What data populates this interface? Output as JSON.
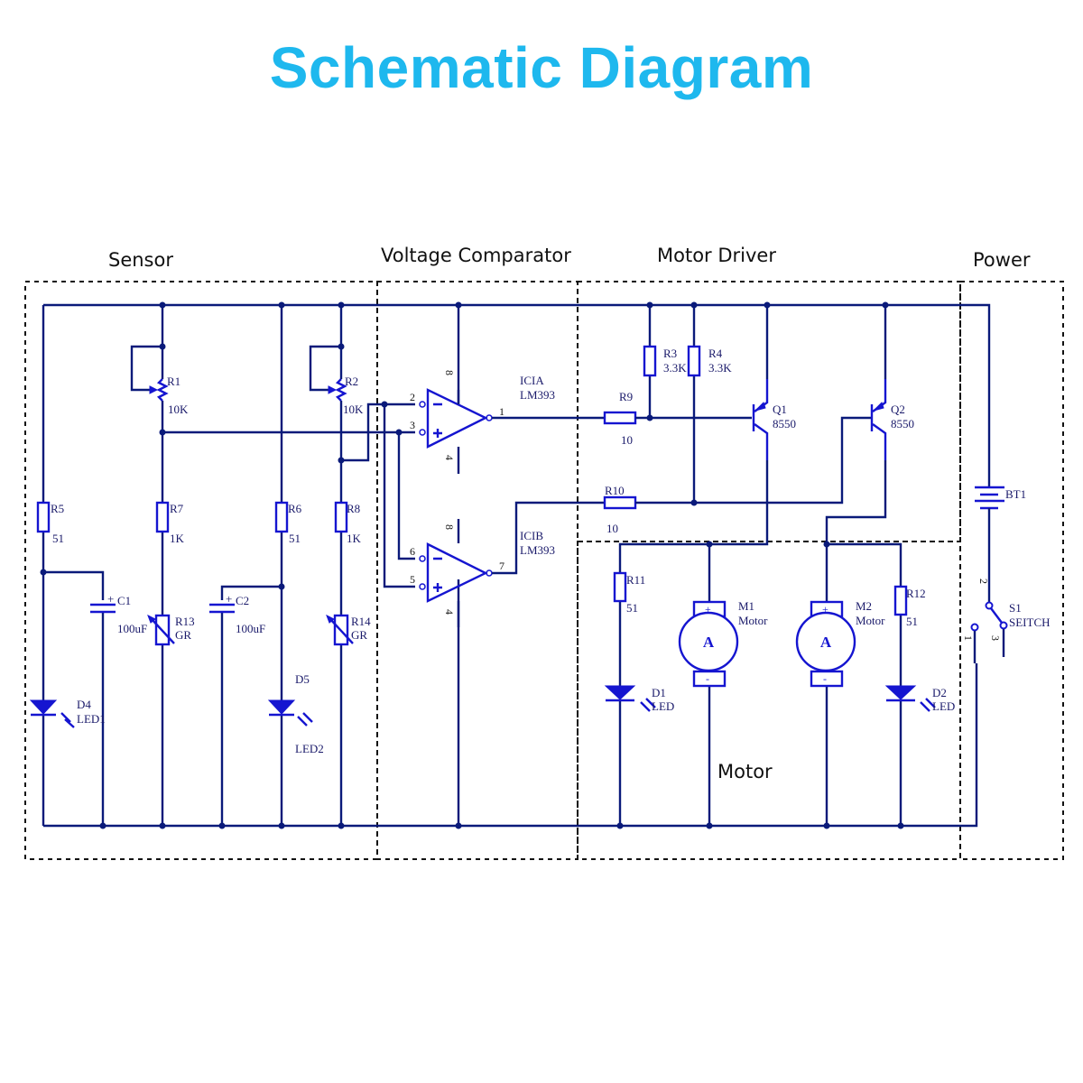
{
  "title": "Schematic Diagram",
  "colors": {
    "title": "#1EB8EE",
    "wire": "#0a1a7a",
    "component": "#1515d0"
  },
  "sections": {
    "sensor": "Sensor",
    "comparator": "Voltage Comparator",
    "driver": "Motor Driver",
    "power": "Power",
    "motor": "Motor"
  },
  "components": {
    "R1": {
      "ref": "R1",
      "value": "10K"
    },
    "R2": {
      "ref": "R2",
      "value": "10K"
    },
    "R3": {
      "ref": "R3",
      "value": "3.3K"
    },
    "R4": {
      "ref": "R4",
      "value": "3.3K"
    },
    "R5": {
      "ref": "R5",
      "value": "51"
    },
    "R6": {
      "ref": "R6",
      "value": "51"
    },
    "R7": {
      "ref": "R7",
      "value": "1K"
    },
    "R8": {
      "ref": "R8",
      "value": "1K"
    },
    "R9": {
      "ref": "R9",
      "value": "10"
    },
    "R10": {
      "ref": "R10",
      "value": "10"
    },
    "R11": {
      "ref": "R11",
      "value": "51"
    },
    "R12": {
      "ref": "R12",
      "value": "51"
    },
    "R13": {
      "ref": "R13",
      "value": "GR"
    },
    "R14": {
      "ref": "R14",
      "value": "GR"
    },
    "C1": {
      "ref": "C1",
      "value": "100uF"
    },
    "C2": {
      "ref": "C2",
      "value": "100uF"
    },
    "D4": {
      "ref": "D4",
      "value": "LED1"
    },
    "D5": {
      "ref": "D5",
      "value": "LED2"
    },
    "D1": {
      "ref": "D1",
      "value": "LED"
    },
    "D2": {
      "ref": "D2",
      "value": "LED"
    },
    "ICA": {
      "ref": "ICIA",
      "value": "LM393"
    },
    "ICB": {
      "ref": "ICIB",
      "value": "LM393"
    },
    "Q1": {
      "ref": "Q1",
      "value": "8550"
    },
    "Q2": {
      "ref": "Q2",
      "value": "8550"
    },
    "M1": {
      "ref": "M1",
      "value": "Motor",
      "glyph": "A"
    },
    "M2": {
      "ref": "M2",
      "value": "Motor",
      "glyph": "A"
    },
    "BT1": {
      "ref": "BT1"
    },
    "S1": {
      "ref": "S1",
      "value": "SEITCH"
    }
  },
  "pins": {
    "a_in_neg": "2",
    "a_in_pos": "3",
    "a_out": "1",
    "a_vcc": "8",
    "a_gnd": "4",
    "b_in_neg": "6",
    "b_in_pos": "5",
    "b_out": "7",
    "b_vcc": "8",
    "b_gnd": "4",
    "s1_p1": "1",
    "s1_p2": "2",
    "s1_p3": "3",
    "plus": "+",
    "minus": "-"
  }
}
